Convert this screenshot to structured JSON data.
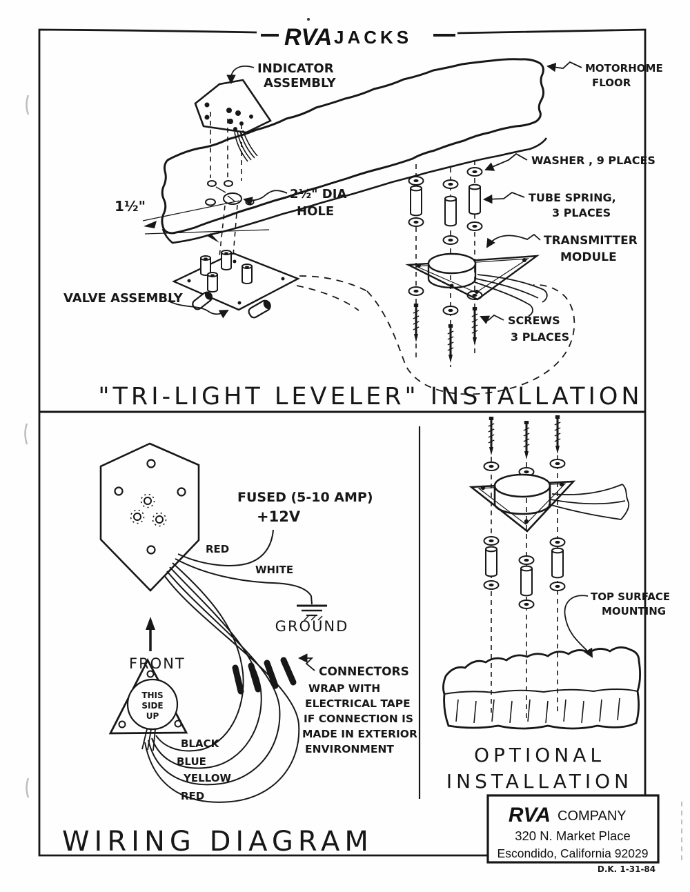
{
  "header": {
    "brand": "RVA",
    "jacks": "JACKS"
  },
  "install": {
    "title": "\"TRI-LIGHT LEVELER\"  INSTALLATION",
    "indicator": [
      "INDICATOR",
      "ASSEMBLY"
    ],
    "floor": [
      "MOTORHOME",
      "FLOOR"
    ],
    "washer": "WASHER , 9 PLACES",
    "spring": [
      "TUBE SPRING,",
      "3 PLACES"
    ],
    "transmitter": [
      "TRANSMITTER",
      "MODULE"
    ],
    "hole": [
      "2½\" DIA",
      "HOLE"
    ],
    "edge_dim": "1½\"",
    "valve": "VALVE ASSEMBLY",
    "screws": [
      "SCREWS",
      "3 PLACES"
    ]
  },
  "wiring": {
    "title": "WIRING  DIAGRAM",
    "fused": "FUSED (5-10 AMP)",
    "twelve_v": "+12V",
    "red": "RED",
    "white": "WHITE",
    "ground": "GROUND",
    "front": "FRONT",
    "side_up": [
      "THIS",
      "SIDE",
      "UP"
    ],
    "connectors": "CONNECTORS",
    "connectors_note": [
      "WRAP WITH",
      "ELECTRICAL TAPE",
      "IF CONNECTION IS",
      "MADE IN EXTERIOR",
      "ENVIRONMENT"
    ],
    "wire_labels": [
      "BLACK",
      "BLUE",
      "YELLOW",
      "RED"
    ]
  },
  "optional": {
    "titles": [
      "OPTIONAL",
      "INSTALLATION"
    ],
    "top_surface": [
      "TOP SURFACE",
      "MOUNTING"
    ]
  },
  "company": {
    "brand": "RVA",
    "name": "COMPANY",
    "street": "320 N. Market Place",
    "city": "Escondido, California  92029"
  },
  "credit": "D.K. 1-31-84",
  "ink_color": "#171717"
}
